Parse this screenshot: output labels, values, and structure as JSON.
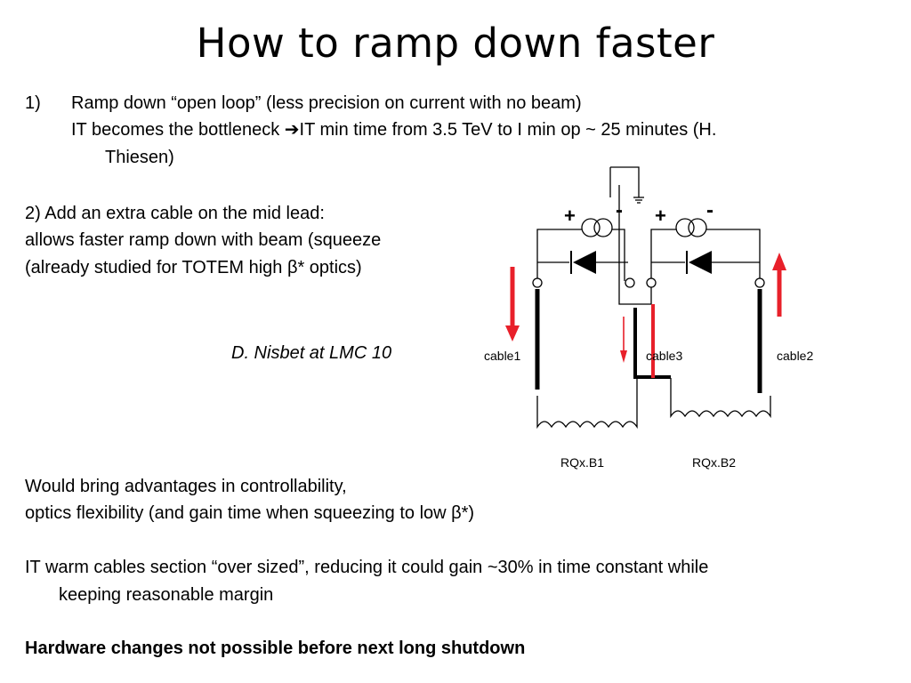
{
  "title": "How to ramp down faster",
  "item1": {
    "number": "1)",
    "text": "Ramp down “open loop” (less precision on current with no beam)",
    "sub_line1_before_arrow": "IT becomes the bottleneck ",
    "arrow_glyph": "➔",
    "sub_line1_after_arrow": "IT min time from 3.5 TeV to I min op ~ 25 minutes (H.",
    "sub_line2": "Thiesen)"
  },
  "item2": {
    "line1": "2) Add an extra cable on the mid lead:",
    "line2": "allows faster ramp down with beam (squeeze",
    "line3": " (already studied for TOTEM high β* optics)"
  },
  "attribution": "D. Nisbet at LMC 10",
  "advantages": {
    "line1": "Would bring advantages in controllability,",
    "line2": " optics flexibility (and gain time when squeezing to low β*)"
  },
  "warm_cables": {
    "line1": "IT warm cables section “over sized”, reducing it could gain ~30% in time constant while",
    "line2": "keeping reasonable margin"
  },
  "conclusion": "Hardware changes not possible before next long shutdown",
  "diagram": {
    "plus_left": "+",
    "minus_left": "-",
    "plus_right": "+",
    "minus_right": "-",
    "cable1": "cable1",
    "cable2": "cable2",
    "cable3": "cable3",
    "magnet_b1": "RQx.B1",
    "magnet_b2": "RQx.B2",
    "arrow_color": "#e8202a"
  }
}
